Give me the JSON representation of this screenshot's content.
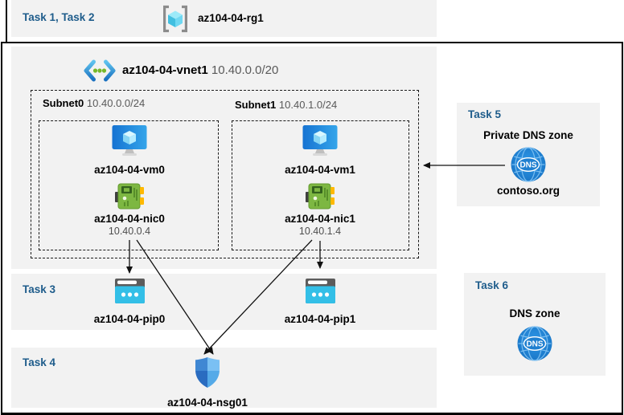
{
  "colors": {
    "panel_bg": "#f2f2f2",
    "task_text": "#1e5c8b",
    "name_text": "#000000",
    "muted_text": "#595959",
    "border": "#000000",
    "vm_blue": "#1c82d8",
    "nic_green": "#7db742",
    "nic_yellow": "#ffb900",
    "pip_cyan": "#33bfe7",
    "dns_blue": "#1e7fd0",
    "shield_blues": [
      "#3f87d3",
      "#7ac0f3",
      "#2a6cc0",
      "#55aae8"
    ]
  },
  "header": {
    "tasks_label": "Task 1, Task 2",
    "resource_group": "az104-04-rg1"
  },
  "vnet": {
    "name": "az104-04-vnet1",
    "cidr": "10.40.0.0/20",
    "subnets": [
      {
        "name": "Subnet0",
        "cidr": "10.40.0.0/24",
        "vm_name": "az104-04-vm0",
        "nic_name": "az104-04-nic0",
        "nic_ip": "10.40.0.4"
      },
      {
        "name": "Subnet1",
        "cidr": "10.40.1.0/24",
        "vm_name": "az104-04-vm1",
        "nic_name": "az104-04-nic1",
        "nic_ip": "10.40.1.4"
      }
    ]
  },
  "task3": {
    "label": "Task 3",
    "pip0": "az104-04-pip0",
    "pip1": "az104-04-pip1"
  },
  "task4": {
    "label": "Task 4",
    "nsg": "az104-04-nsg01"
  },
  "task5": {
    "label": "Task 5",
    "title": "Private DNS zone",
    "zone_name": "contoso.org"
  },
  "task6": {
    "label": "Task 6",
    "title": "DNS zone"
  },
  "icons": {
    "dns_glyph": "DNS"
  }
}
